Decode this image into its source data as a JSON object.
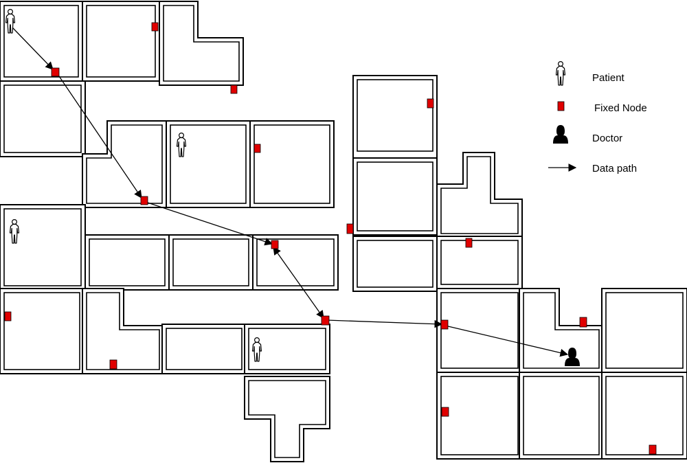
{
  "colors": {
    "fixed_node": "#e00000",
    "line": "#000000",
    "background": "#ffffff"
  },
  "legend": {
    "patient": {
      "label": "Patient",
      "icon": "patient-icon"
    },
    "fixed_node": {
      "label": "Fixed Node",
      "icon": "fixed-node-icon"
    },
    "doctor": {
      "label": "Doctor",
      "icon": "doctor-icon"
    },
    "data_path": {
      "label": "Data path",
      "icon": "arrow-icon"
    }
  }
}
